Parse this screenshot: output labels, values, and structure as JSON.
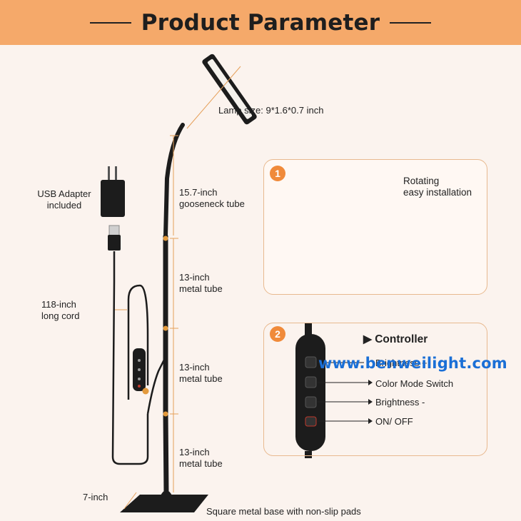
{
  "header": {
    "title": "Product Parameter"
  },
  "lamp_labels": {
    "lamp_size": "Lamp size: 9*1.6*0.7 inch",
    "gooseneck_line1": "15.7-inch",
    "gooseneck_line2": "gooseneck tube",
    "tube1_line1": "13-inch",
    "tube1_line2": "metal tube",
    "tube2_line1": "13-inch",
    "tube2_line2": "metal tube",
    "tube3_line1": "13-inch",
    "tube3_line2": "metal tube",
    "base_width": "7-inch",
    "base_desc": "Square metal base with non-slip pads"
  },
  "adapter": {
    "line1": "USB Adapter",
    "line2": "included"
  },
  "cord": {
    "line1": "118-inch",
    "line2": "long cord"
  },
  "panel1": {
    "number": "1",
    "line1": "Rotating",
    "line2": "easy installation"
  },
  "panel2": {
    "number": "2",
    "title": "▶ Controller",
    "buttons": [
      "Brightness +",
      "Color Mode Switch",
      "Brightness -",
      "ON/ OFF"
    ]
  },
  "watermark": "www.benweilight.com",
  "colors": {
    "banner": "#f5a96a",
    "accent": "#f08a3a",
    "background": "#fbf3ee",
    "watermark": "#1a6fd6"
  }
}
